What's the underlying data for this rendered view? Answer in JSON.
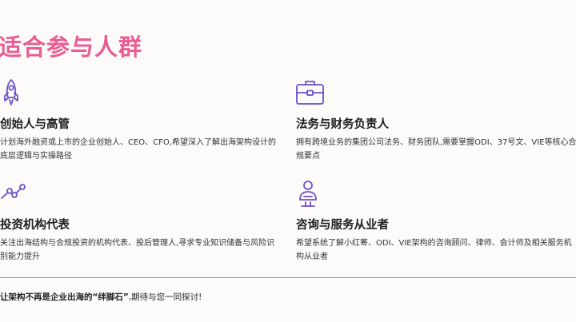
{
  "section": {
    "title": "适合参与人群"
  },
  "cards": [
    {
      "icon": "rocket-icon",
      "heading": "创始人与高管",
      "description": "计划海外融资或上市的企业创始人、CEO、CFO,希望深入了解出海架构设计的底层逻辑与实操路径"
    },
    {
      "icon": "briefcase-icon",
      "heading": "法务与财务负责人",
      "description": "拥有跨境业务的集团公司法务、财务团队,需要掌握ODI、37号文、VIE等核心合规要点"
    },
    {
      "icon": "trend-chart-icon",
      "heading": "投资机构代表",
      "description": "关注出海结构与合规投资的机构代表、投后管理人,寻求专业知识储备与风险识别能力提升"
    },
    {
      "icon": "advisor-icon",
      "heading": "咨询与服务从业者",
      "description": "希望系统了解小红筹、ODI、VIE架构的咨询顾问、律师、会计师及相关服务机构从业者"
    }
  ],
  "footer": {
    "bold_text": "让架构不再是企业出海的“绊脚石”",
    "rest_text": ",期待与您一同探讨!"
  },
  "colors": {
    "accent": "#e85d93",
    "icon": "#6b4fc8",
    "background": "#fdfafa"
  }
}
